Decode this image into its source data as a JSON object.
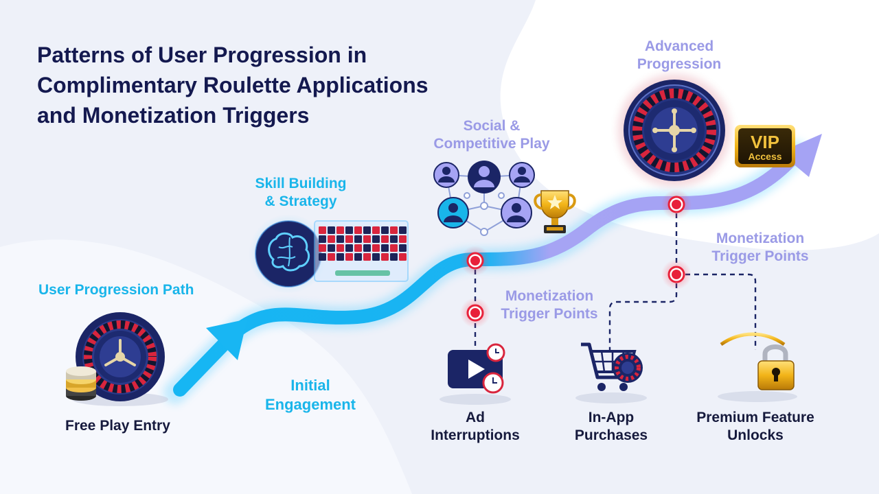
{
  "title": {
    "lines": [
      "Patterns of User Progression in",
      "Complimentary Roulette Applications",
      "and Monetization Triggers"
    ]
  },
  "labels": {
    "user_progression_path": "User Progression Path",
    "free_play_entry": "Free Play Entry",
    "initial_engagement": [
      "Initial",
      "Engagement"
    ],
    "skill_building": [
      "Skill Building",
      "& Strategy"
    ],
    "social_play": [
      "Social &",
      "Competitive Play"
    ],
    "advanced_progression": [
      "Advanced",
      "Progression"
    ],
    "monetization_left": [
      "Monetization",
      "Trigger Points"
    ],
    "monetization_right": [
      "Monetization",
      "Trigger Points"
    ],
    "ad_interruptions": [
      "Ad",
      "Interruptions"
    ],
    "in_app_purchases": [
      "In-App",
      "Purchases"
    ],
    "premium_unlocks": [
      "Premium Feature",
      "Unlocks"
    ]
  },
  "vip_badge": {
    "line1": "VIP",
    "line2": "Access"
  },
  "icons": {
    "entry": "roulette-wheel-icon",
    "chips": "casino-chips-icon",
    "skill": "brain-icon",
    "board": "roulette-table-icon",
    "social": "social-network-icon",
    "trophy": "trophy-icon",
    "advanced": "roulette-wheel-icon",
    "ad": "video-ad-icon",
    "purchase": "shopping-cart-icon",
    "premium": "padlock-gate-icon"
  },
  "colors": {
    "title": "#14194f",
    "path_early": "#16b6f3",
    "path_late": "#a6a4f4",
    "trigger_dot": "#e8213a",
    "navy": "#1b2566",
    "gold": "#f2b418"
  }
}
